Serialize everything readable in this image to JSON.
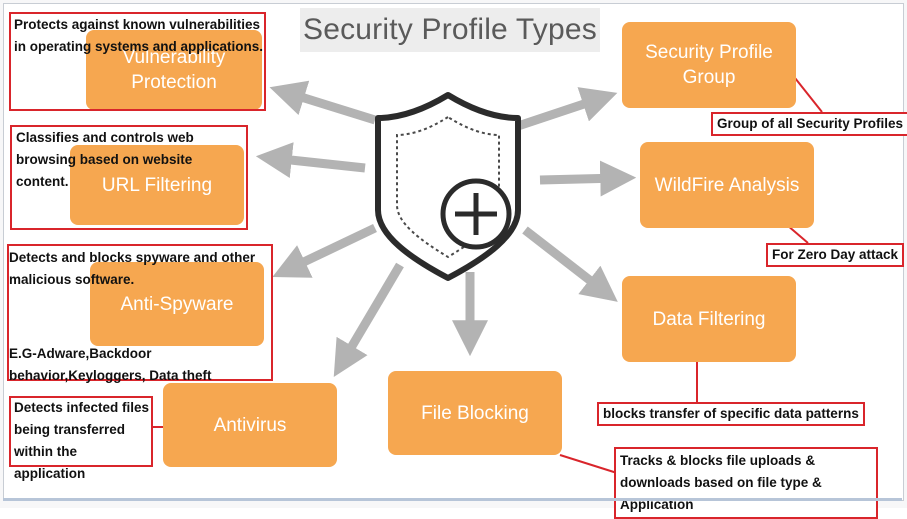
{
  "title": "Security Profile Types",
  "boxes": {
    "vuln": "Vulnerability\nProtection",
    "url": "URL Filtering",
    "antispy": "Anti-Spyware",
    "antivirus": "Antivirus",
    "fileblock": "File Blocking",
    "group": "Security Profile\nGroup",
    "wildfire": "WildFire Analysis",
    "datafilter": "Data Filtering"
  },
  "notes": {
    "vuln": "Protects against known vulnerabilities in operating systems and applications.",
    "url": "Classifies and controls web browsing based on website content.",
    "antispy_1": "Detects and blocks spyware and other malicious software.",
    "antispy_2": "E.G-Adware,Backdoor behavior,Keyloggers, Data theft",
    "antivirus": "Detects infected files being transferred within the application",
    "group": "Group of all Security Profiles",
    "wildfire": "For Zero Day attack",
    "datafilter": "blocks transfer of specific data patterns",
    "fileblock": "Tracks & blocks file uploads & downloads based on file type & Application"
  },
  "colors": {
    "orange": "#f6a750",
    "red": "#d9252b",
    "arrow": "#b3b3b3",
    "shield": "#2b2b2b"
  }
}
